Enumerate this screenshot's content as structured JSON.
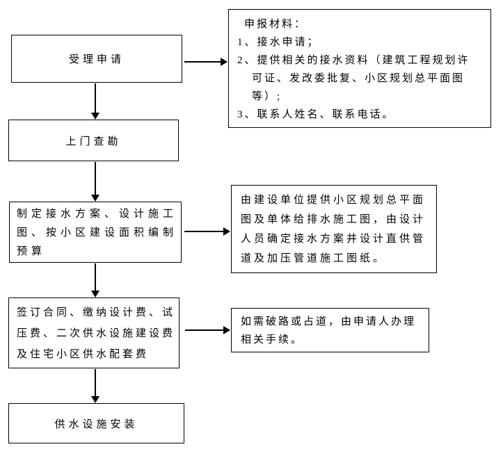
{
  "page": {
    "background": "#ffffff",
    "line_color": "#000000",
    "text_color": "#000000"
  },
  "flow": {
    "steps": [
      {
        "label": "受理申请"
      },
      {
        "label": "上门查勘"
      },
      {
        "lines": [
          "制定接水方案、设计施工",
          "图、按小区建设面积编制",
          "预算"
        ]
      },
      {
        "lines": [
          "签订合同、缴纳设计费、试",
          "压费、二次供水设施建设费",
          "及住宅小区供水配套费"
        ]
      },
      {
        "label": "供水设施安装"
      }
    ],
    "notes": [
      {
        "lines": [
          "申报材料：",
          "1、接水申请；",
          "2、提供相关的接水资料（建筑工程规划许",
          "可证、发改委批复、小区规划总平面图",
          "等）;",
          "3、联系人姓名、联系电话。"
        ]
      },
      {
        "lines": [
          "由建设单位提供小区规划总平面",
          "图及单体给排水施工图，由设计",
          "人员确定接水方案并设计直供管",
          "道及加压管道施工图纸。"
        ]
      },
      {
        "lines": [
          "如需破路或占道，由申请人办理",
          "相关手续。"
        ]
      }
    ]
  }
}
